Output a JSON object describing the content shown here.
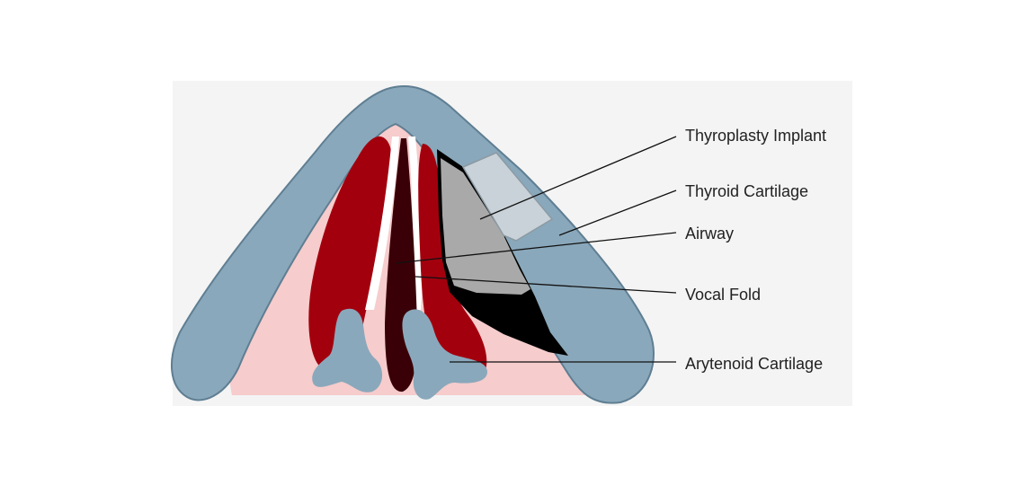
{
  "labels": {
    "implant": "Thyroplasty Implant",
    "thyroid": "Thyroid Cartilage",
    "airway": "Airway",
    "vocal_fold": "Vocal Fold",
    "arytenoid": "Arytenoid Cartilage"
  },
  "colors": {
    "panel": "#f4f4f4",
    "cartilage": "#8aa8bb",
    "cartilage_edge": "#5f7e92",
    "mucosa": "#f6cccc",
    "muscle": "#a3000e",
    "airway": "#3a0007",
    "implant_light": "#c9d2d8",
    "implant_dark": "#a9a9a9",
    "void": "#000000",
    "leader": "#111111"
  }
}
